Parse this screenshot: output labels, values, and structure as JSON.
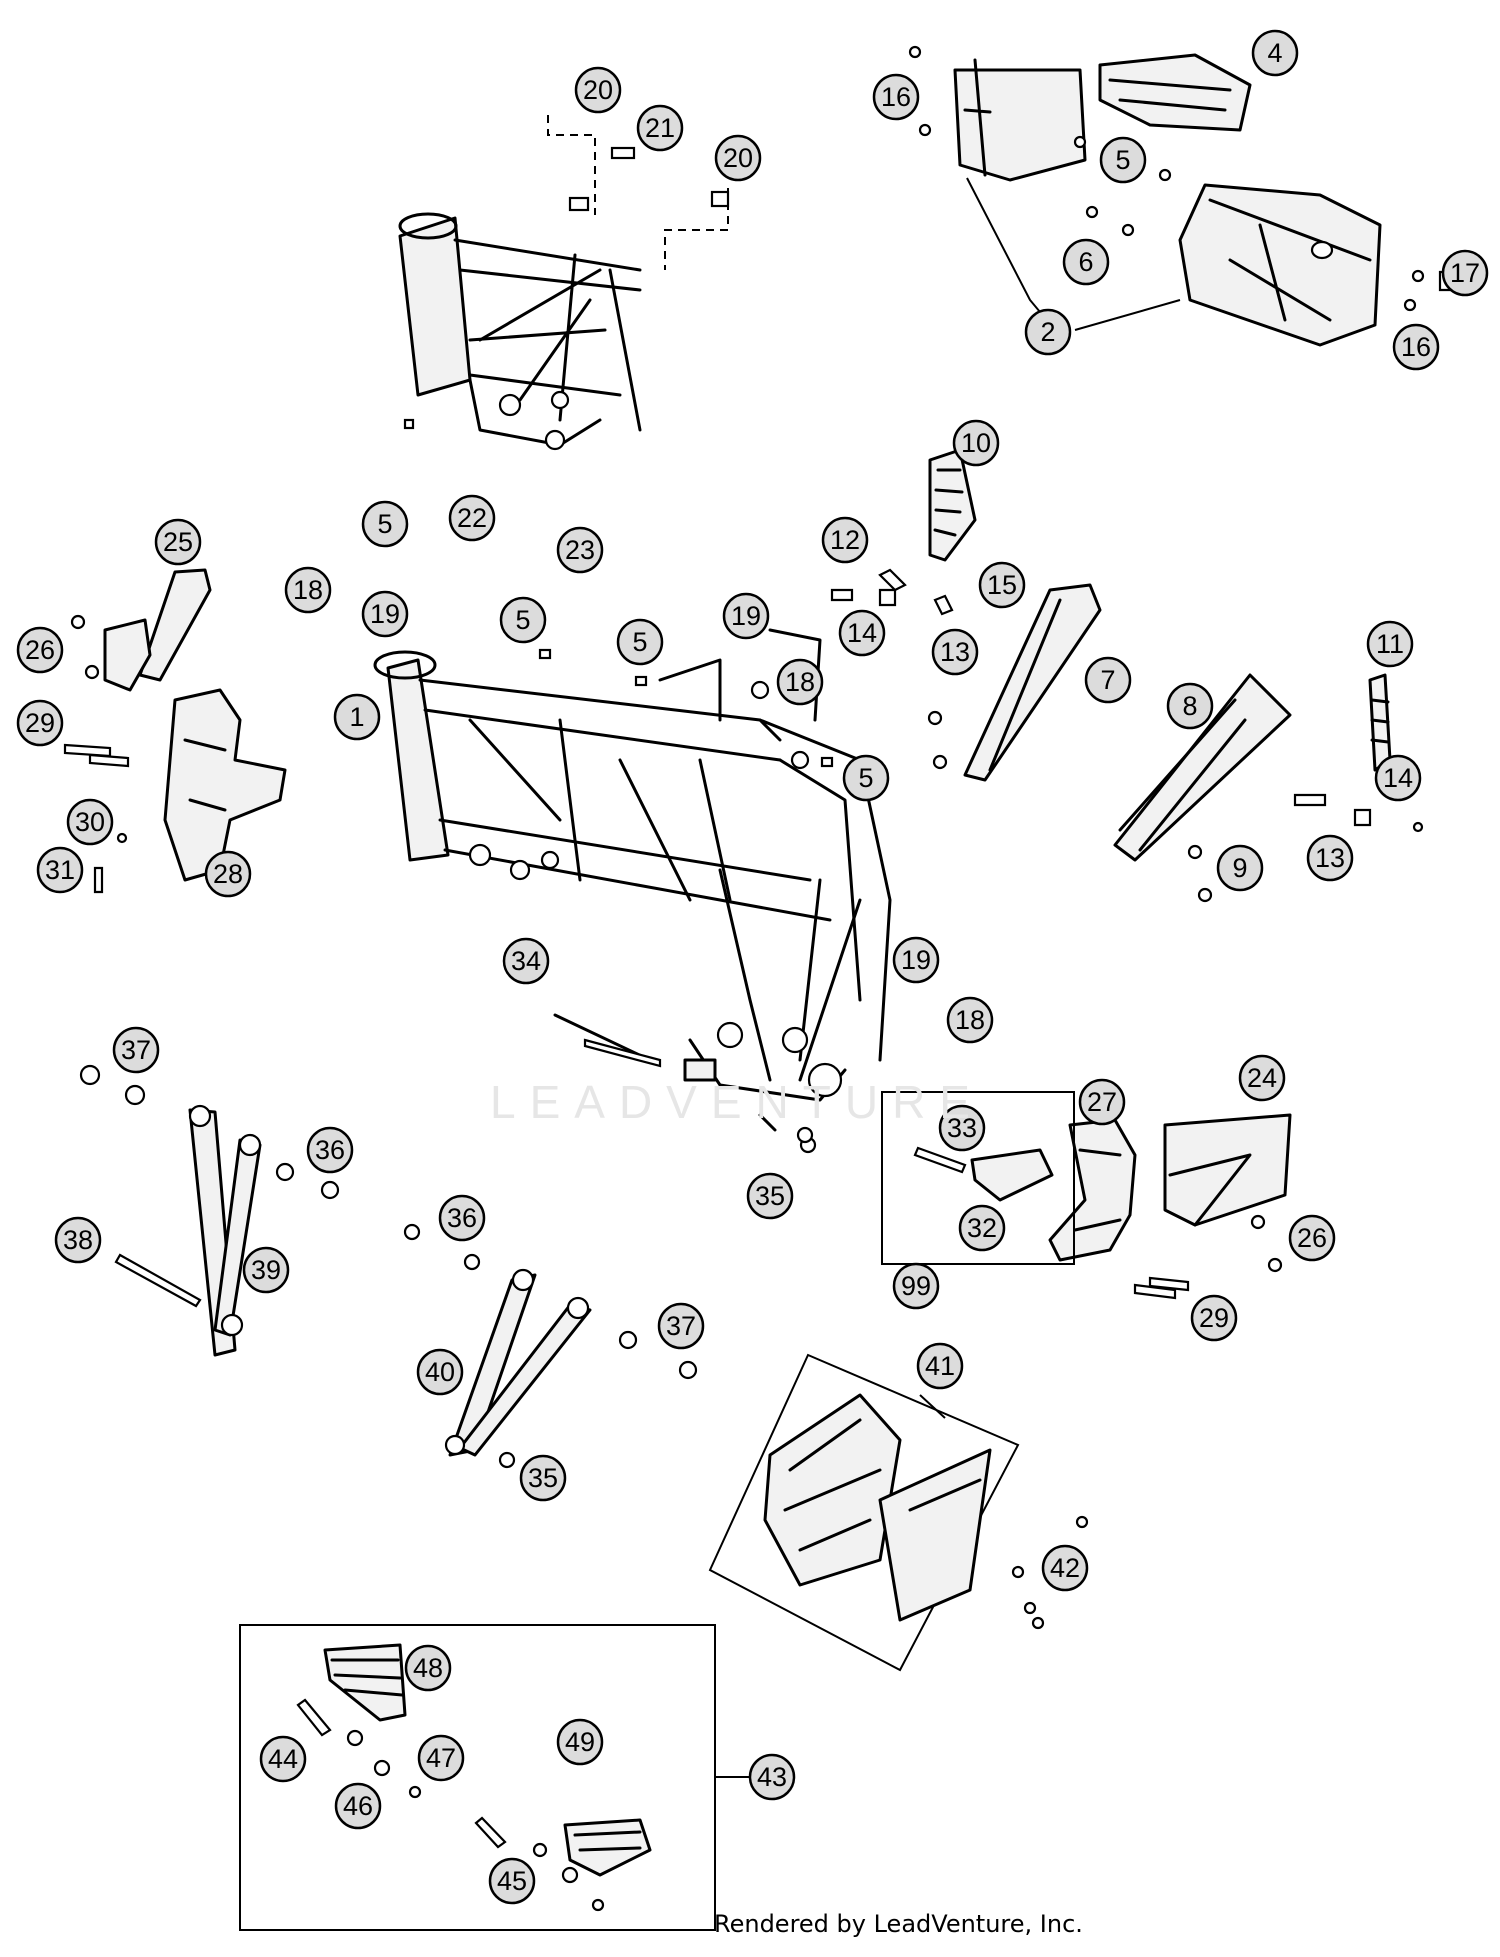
{
  "diagram": {
    "watermark": "LEADVENTURE",
    "credit": "Rendered by LeadVenture, Inc.",
    "callouts": [
      {
        "id": "c1",
        "text": "20"
      },
      {
        "id": "c2",
        "text": "21"
      },
      {
        "id": "c3",
        "text": "20"
      },
      {
        "id": "c4",
        "text": "16"
      },
      {
        "id": "c5",
        "text": "4"
      },
      {
        "id": "c6",
        "text": "5"
      },
      {
        "id": "c7",
        "text": "6"
      },
      {
        "id": "c8",
        "text": "17"
      },
      {
        "id": "c9",
        "text": "2"
      },
      {
        "id": "c10",
        "text": "16"
      },
      {
        "id": "c11",
        "text": "10"
      },
      {
        "id": "c12",
        "text": "5"
      },
      {
        "id": "c13",
        "text": "22"
      },
      {
        "id": "c14",
        "text": "23"
      },
      {
        "id": "c15",
        "text": "25"
      },
      {
        "id": "c16",
        "text": "12"
      },
      {
        "id": "c17",
        "text": "15"
      },
      {
        "id": "c18",
        "text": "18"
      },
      {
        "id": "c19",
        "text": "19"
      },
      {
        "id": "c20",
        "text": "5"
      },
      {
        "id": "c21",
        "text": "5"
      },
      {
        "id": "c22",
        "text": "19"
      },
      {
        "id": "c23",
        "text": "14"
      },
      {
        "id": "c24",
        "text": "13"
      },
      {
        "id": "c25",
        "text": "11"
      },
      {
        "id": "c26",
        "text": "26"
      },
      {
        "id": "c27",
        "text": "18"
      },
      {
        "id": "c28",
        "text": "7"
      },
      {
        "id": "c29",
        "text": "1"
      },
      {
        "id": "c30",
        "text": "8"
      },
      {
        "id": "c31",
        "text": "29"
      },
      {
        "id": "c32",
        "text": "5"
      },
      {
        "id": "c33",
        "text": "14"
      },
      {
        "id": "c34",
        "text": "30"
      },
      {
        "id": "c35",
        "text": "13"
      },
      {
        "id": "c36",
        "text": "31"
      },
      {
        "id": "c37",
        "text": "28"
      },
      {
        "id": "c38",
        "text": "9"
      },
      {
        "id": "c39",
        "text": "19"
      },
      {
        "id": "c40",
        "text": "34"
      },
      {
        "id": "c41",
        "text": "18"
      },
      {
        "id": "c42",
        "text": "37"
      },
      {
        "id": "c43",
        "text": "24"
      },
      {
        "id": "c44",
        "text": "27"
      },
      {
        "id": "c45",
        "text": "36"
      },
      {
        "id": "c46",
        "text": "33"
      },
      {
        "id": "c47",
        "text": "35"
      },
      {
        "id": "c48",
        "text": "38"
      },
      {
        "id": "c49",
        "text": "39"
      },
      {
        "id": "c50",
        "text": "36"
      },
      {
        "id": "c51",
        "text": "32"
      },
      {
        "id": "c52",
        "text": "26"
      },
      {
        "id": "c53",
        "text": "99"
      },
      {
        "id": "c54",
        "text": "29"
      },
      {
        "id": "c55",
        "text": "37"
      },
      {
        "id": "c56",
        "text": "40"
      },
      {
        "id": "c57",
        "text": "41"
      },
      {
        "id": "c58",
        "text": "35"
      },
      {
        "id": "c59",
        "text": "42"
      },
      {
        "id": "c60",
        "text": "48"
      },
      {
        "id": "c61",
        "text": "49"
      },
      {
        "id": "c62",
        "text": "44"
      },
      {
        "id": "c63",
        "text": "47"
      },
      {
        "id": "c64",
        "text": "43"
      },
      {
        "id": "c65",
        "text": "46"
      },
      {
        "id": "c66",
        "text": "45"
      }
    ]
  }
}
